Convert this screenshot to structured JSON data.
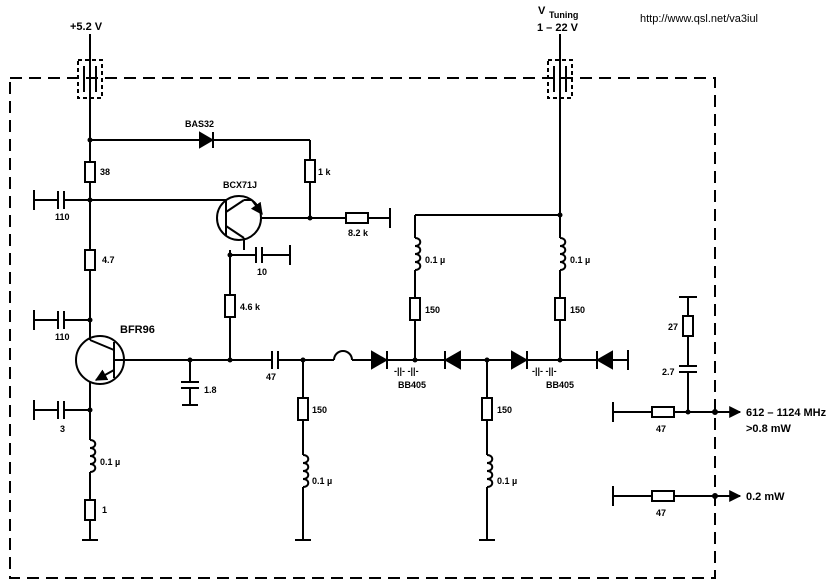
{
  "url": "http://www.qsl.net/va3iul",
  "supply": {
    "label": "+5.2 V"
  },
  "tuning": {
    "label_v": "V",
    "label_sub": "Tuning",
    "range": "1 – 22 V"
  },
  "components": {
    "bas32": "BAS32",
    "bcx71j": "BCX71J",
    "bfr96": "BFR96",
    "r38": "38",
    "r1k": "1 k",
    "r8_2k": "8.2 k",
    "c110_top": "110",
    "r4_7": "4.7",
    "c10": "10",
    "r4_6k": "4.6 k",
    "c110_mid": "110",
    "c1_8": "1.8",
    "c47": "47",
    "c3": "3",
    "l0_1_emitter": "0.1 µ",
    "r1": "1",
    "l0_1_a": "0.1 µ",
    "r150_a": "150",
    "l0_1_b": "0.1 µ",
    "r150_b": "150",
    "r150_c": "150",
    "l0_1_c": "0.1 µ",
    "r150_d": "150",
    "l0_1_d": "0.1 µ",
    "bb405_a": "BB405",
    "bb405_b": "BB405",
    "c27": "27",
    "c2_7": "2.7",
    "r47_a": "47",
    "r47_b": "47"
  },
  "outputs": {
    "out1_freq": "612 – 1124 MHz",
    "out1_power": ">0.8 mW",
    "out2_power": "0.2 mW"
  }
}
